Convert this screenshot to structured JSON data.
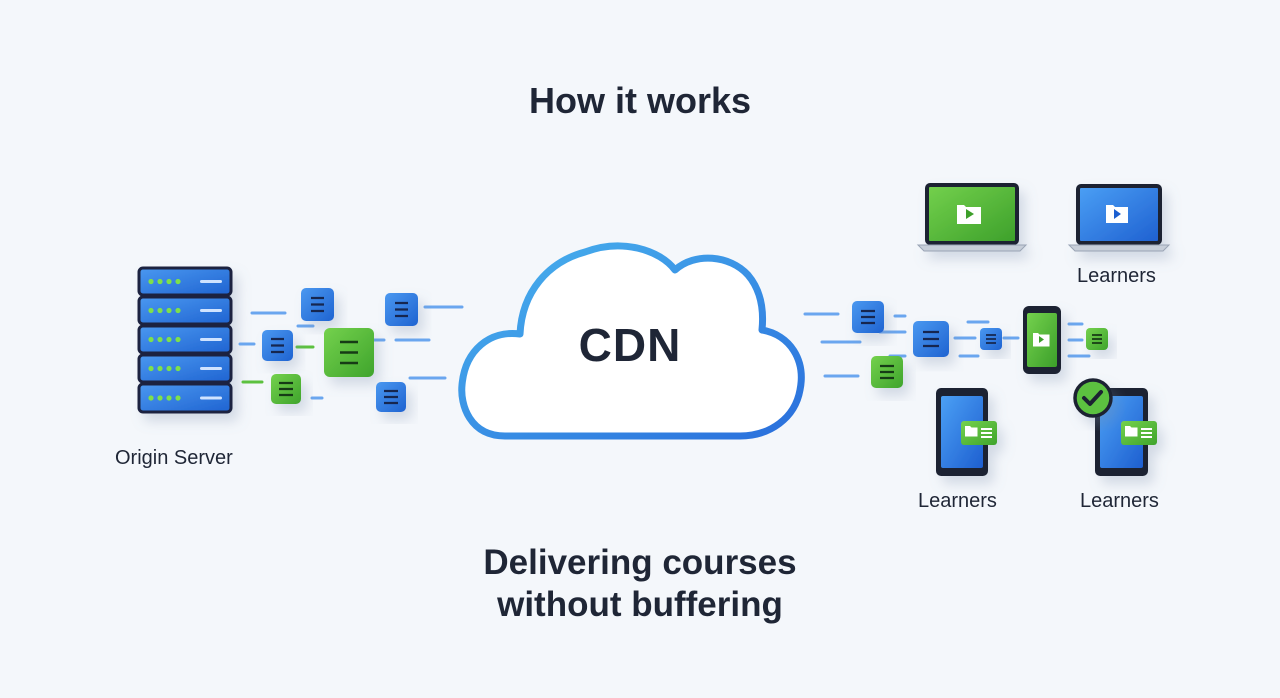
{
  "heading": "How it works",
  "cdn_label": "CDN",
  "origin_label": "Origin Server",
  "learner_labels": {
    "laptop_group": "Learners",
    "left_tablet": "Learners",
    "right_tablet": "Learners"
  },
  "caption": {
    "line1": "Delivering courses",
    "line2": "without buffering"
  },
  "colors": {
    "background": "#f4f7fb",
    "primary_blue": "#2f7de3",
    "accent_green": "#5cc13f",
    "dark_navy": "#1f2636",
    "cloud_outline": "#3a8fe6"
  },
  "icons": [
    "server-rack-icon",
    "cloud-icon",
    "laptop-icon",
    "tablet-icon",
    "phone-icon",
    "checkmark-icon",
    "video-play-icon",
    "data-packet-icon"
  ]
}
